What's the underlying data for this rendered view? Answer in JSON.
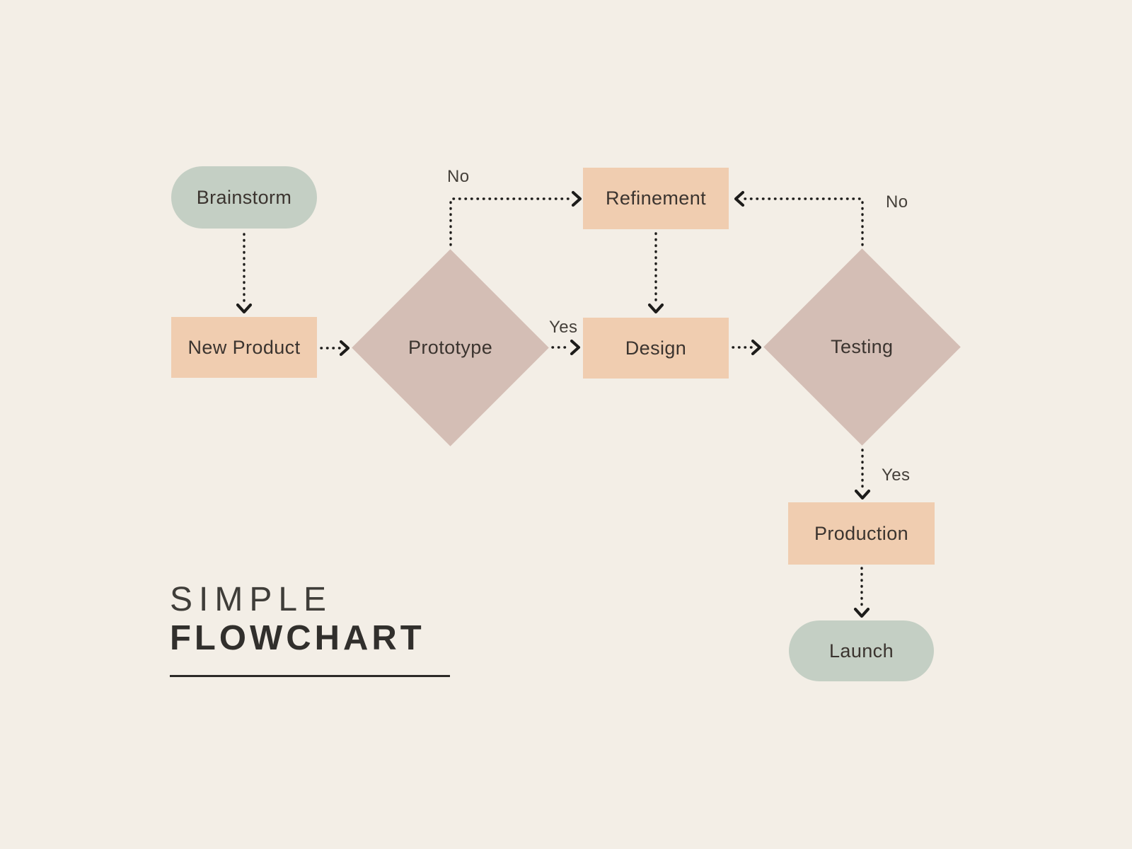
{
  "title": {
    "line1": "SIMPLE",
    "line2": "FLOWCHART"
  },
  "nodes": {
    "brainstorm": {
      "label": "Brainstorm",
      "shape": "rounded",
      "role": "start"
    },
    "new_product": {
      "label": "New Product",
      "shape": "rectangle",
      "role": "process"
    },
    "prototype": {
      "label": "Prototype",
      "shape": "diamond",
      "role": "decision"
    },
    "refinement": {
      "label": "Refinement",
      "shape": "rectangle",
      "role": "process"
    },
    "design": {
      "label": "Design",
      "shape": "rectangle",
      "role": "process"
    },
    "testing": {
      "label": "Testing",
      "shape": "diamond",
      "role": "decision"
    },
    "production": {
      "label": "Production",
      "shape": "rectangle",
      "role": "process"
    },
    "launch": {
      "label": "Launch",
      "shape": "rounded",
      "role": "end"
    }
  },
  "edges": [
    {
      "from": "brainstorm",
      "to": "new_product",
      "label": ""
    },
    {
      "from": "new_product",
      "to": "prototype",
      "label": ""
    },
    {
      "from": "prototype",
      "to": "refinement",
      "label": "No"
    },
    {
      "from": "prototype",
      "to": "design",
      "label": "Yes"
    },
    {
      "from": "refinement",
      "to": "design",
      "label": ""
    },
    {
      "from": "design",
      "to": "testing",
      "label": ""
    },
    {
      "from": "testing",
      "to": "refinement",
      "label": "No"
    },
    {
      "from": "testing",
      "to": "production",
      "label": "Yes"
    },
    {
      "from": "production",
      "to": "launch",
      "label": ""
    }
  ],
  "colors": {
    "background": "#f3eee6",
    "start_end_fill": "#c4cfc4",
    "process_fill": "#f0cdb0",
    "decision_fill": "#d4beb5",
    "connector": "#1d1c1a",
    "node_text": "#3b342f",
    "title_text": "#312f2c"
  }
}
